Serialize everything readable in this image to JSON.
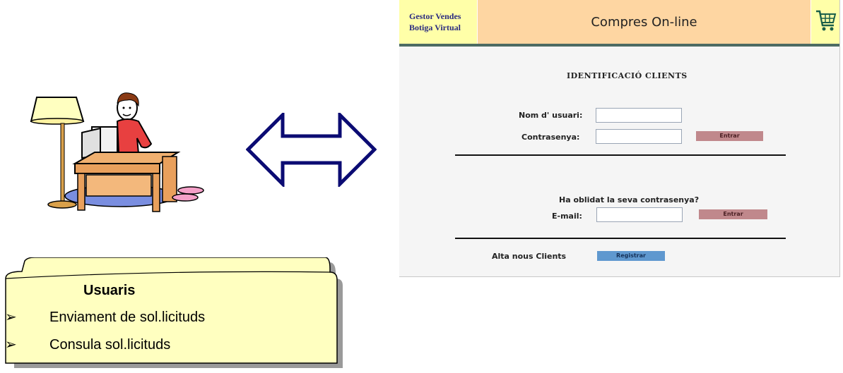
{
  "webpage": {
    "logo": {
      "line1": "Gestor Vendes",
      "line2": "Botiga Virtual"
    },
    "title": "Compres On-line",
    "cart_icon": "shopping-cart-icon",
    "login": {
      "heading": "IDENTIFICACIÓ CLIENTS",
      "username_label": "Nom d' usuari:",
      "username_value": "",
      "password_label": "Contrasenya:",
      "password_value": "",
      "submit_label": "Entrar"
    },
    "recover": {
      "heading": "Ha oblidat la seva contrasenya?",
      "email_label": "E-mail:",
      "email_value": "",
      "submit_label": "Entrar"
    },
    "register": {
      "label": "Alta nous Clients",
      "button_label": "Registrar"
    }
  },
  "note": {
    "title": "Usuaris",
    "items": [
      "Enviament de sol.licituds",
      "Consula sol.licituds"
    ]
  },
  "colors": {
    "logo_bg": "#ffffa8",
    "title_bg": "#fed6a2",
    "header_rule": "#4d6b63",
    "entrar_button": "#c0888c",
    "registrar_button": "#5f98cf",
    "arrow_outline": "#0b0b73",
    "note_bg": "#ffffc0"
  }
}
